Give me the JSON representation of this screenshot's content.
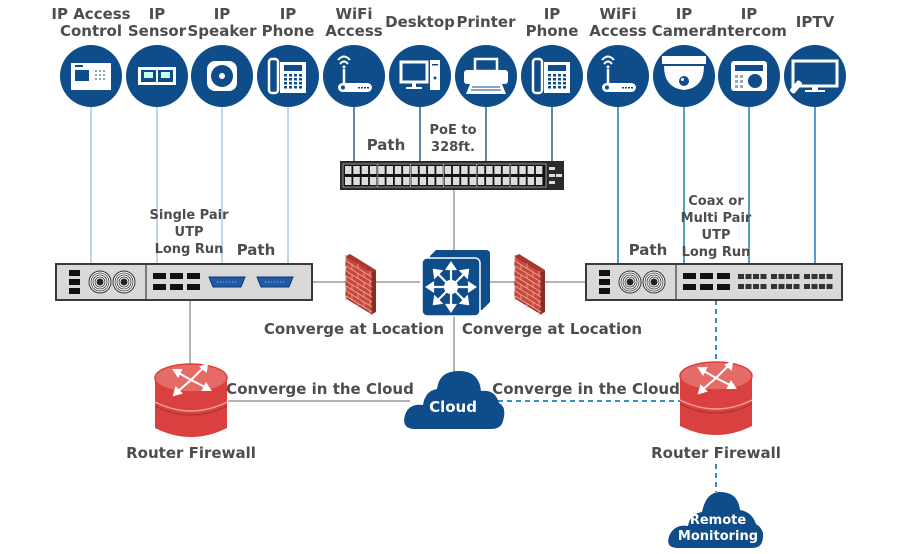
{
  "diagram": {
    "colors": {
      "device_circle": "#0f4c8a",
      "text": "#4d4d4f",
      "line_gray": "#9a9a9a",
      "line_light_blue": "#a9cbe4",
      "line_blue": "#1c7fbe",
      "router_red": "#d9403f",
      "brick_red": "#c8483c",
      "cloud_blue": "#0f4c8a",
      "switch_body": "#d9d9d9",
      "switch_border": "#3a3a3a",
      "poe_switch": "#2a2a2a"
    },
    "devices": [
      {
        "id": "ip-access-control",
        "line1": "IP Access",
        "line2": "Control",
        "icon": "access-control-panel-icon"
      },
      {
        "id": "ip-sensor",
        "line1": "IP",
        "line2": "Sensor",
        "icon": "sensor-jack-icon"
      },
      {
        "id": "ip-speaker",
        "line1": "IP",
        "line2": "Speaker",
        "icon": "speaker-icon"
      },
      {
        "id": "ip-phone-1",
        "line1": "IP",
        "line2": "Phone",
        "icon": "desk-phone-icon"
      },
      {
        "id": "wifi-access-1",
        "line1": "WiFi",
        "line2": "Access",
        "icon": "wifi-router-icon"
      },
      {
        "id": "desktop",
        "line1": "",
        "line2": "Desktop",
        "icon": "desktop-computer-icon"
      },
      {
        "id": "printer",
        "line1": "",
        "line2": "Printer",
        "icon": "printer-icon"
      },
      {
        "id": "ip-phone-2",
        "line1": "IP",
        "line2": "Phone",
        "icon": "desk-phone-icon"
      },
      {
        "id": "wifi-access-2",
        "line1": "WiFi",
        "line2": "Access",
        "icon": "wifi-router-icon"
      },
      {
        "id": "ip-camera",
        "line1": "IP",
        "line2": "Camera",
        "icon": "dome-camera-icon"
      },
      {
        "id": "ip-intercom",
        "line1": "IP",
        "line2": "Intercom",
        "icon": "intercom-icon"
      },
      {
        "id": "iptv",
        "line1": "",
        "line2": "IPTV",
        "icon": "tv-icon"
      }
    ],
    "labels": {
      "path_top": "Path",
      "poe_line1": "PoE to",
      "poe_line2": "328ft.",
      "single_pair_1": "Single Pair",
      "single_pair_2": "UTP",
      "single_pair_3": "Long Run",
      "path_left": "Path",
      "path_right": "Path",
      "coax_1": "Coax or",
      "coax_2": "Multi Pair",
      "coax_3": "UTP",
      "coax_4": "Long Run",
      "converge_location_left": "Converge at Location",
      "converge_location_right": "Converge at Location",
      "converge_cloud_left": "Converge in the Cloud",
      "converge_cloud_right": "Converge in the Cloud",
      "router_left": "Router Firewall",
      "router_right": "Router Firewall",
      "cloud": "Cloud",
      "remote_1": "Remote",
      "remote_2": "Monitoring"
    },
    "nodes": {
      "poe_switch": {
        "name": "PoE switch",
        "ports": 48
      },
      "left_switch": {
        "name": "Extender switch (left)"
      },
      "right_switch": {
        "name": "Extender switch (right)",
        "ports": 24
      },
      "core_switch": {
        "name": "Core switch"
      },
      "firewall_left": {
        "name": "Firewall wall"
      },
      "firewall_right": {
        "name": "Firewall wall"
      }
    }
  }
}
